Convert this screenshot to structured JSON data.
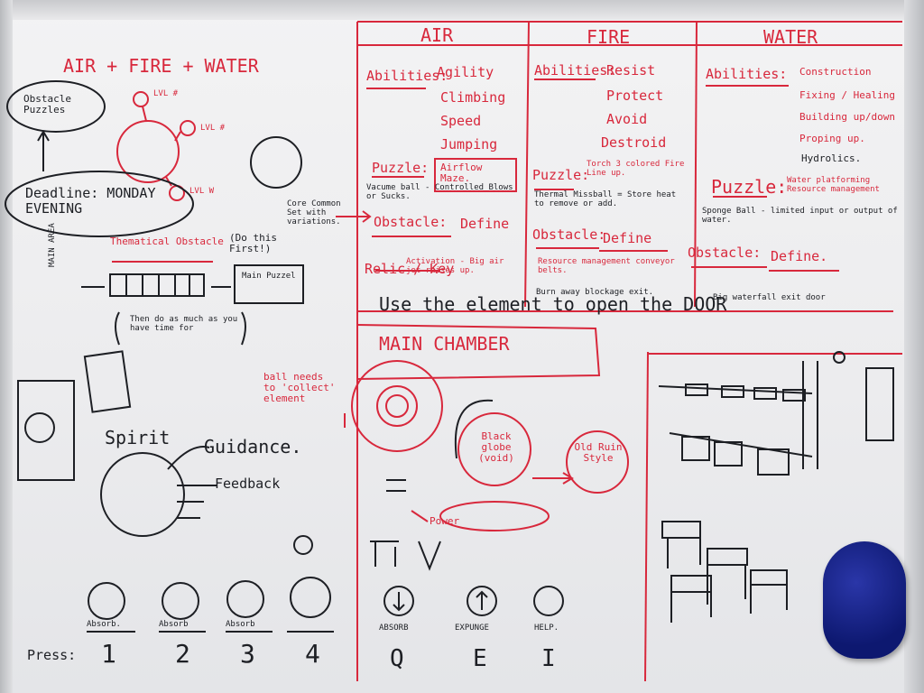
{
  "headers": {
    "overall": "AIR + FIRE + WATER",
    "air": "AIR",
    "fire": "FIRE",
    "water": "WATER",
    "main_chamber": "MAIN CHAMBER"
  },
  "left": {
    "obstacle_puzzles": "Obstacle Puzzles",
    "deadline": "Deadline: MONDAY EVENING",
    "lvl1": "LVL #",
    "lvl2": "LVL #",
    "lvl3": "LVL W",
    "thematical": "Thematical Obstacle",
    "do_first": "(Do this First!)",
    "main_puzzle": "Main Puzzel",
    "main_area": "MAIN AREA",
    "then_do": "Then do as much as you have time for",
    "spirit": "Spirit",
    "guidance": "Guidance.",
    "feedback": "Feedback",
    "core_common": "Core Common Set with variations.",
    "ball_collect": "ball needs to 'collect' element"
  },
  "air": {
    "abilities_label": "Abilities:",
    "abilities": [
      "Agility",
      "Climbing",
      "Speed",
      "Jumping"
    ],
    "puzzle_label": "Puzzle:",
    "puzzle": "Airflow Maze.",
    "puzzle_note": "Vacume ball - Controlled Blows or Sucks.",
    "obstacle_label": "Obstacle:",
    "obstacle": "Define",
    "relic": "Relic / Key",
    "relic_note": "Activation - Big air jet raises up."
  },
  "fire": {
    "abilities_label": "Abilities:",
    "abilities": [
      "Resist",
      "Protect",
      "Avoid",
      "Destroid"
    ],
    "puzzle_label": "Puzzle:",
    "puzzle": "Torch 3 colored Fire Line up.",
    "puzzle_note": "Thermal Missball = Store heat to remove or add.",
    "obstacle_label": "Obstacle:",
    "obstacle": "Define",
    "resource": "Resource management conveyor belts.",
    "burn": "Burn away blockage exit."
  },
  "water": {
    "abilities_label": "Abilities:",
    "abilities": [
      "Construction",
      "Fixing / Healing",
      "Building up/down",
      "Proping up."
    ],
    "hydrolics": "Hydrolics.",
    "puzzle_label": "Puzzle:",
    "puzzle": "Water platforming Resource management",
    "sponge": "Sponge Ball - limited input or output of water.",
    "obstacle_label": "Obstacle:",
    "obstacle": "Define.",
    "waterfall": "Big waterfall exit door"
  },
  "center_banner": "Use the element to open the DOOR",
  "chamber": {
    "black_globe": "Black globe (void)",
    "old_ruin": "Old Ruin Style",
    "power": "Power"
  },
  "controls": {
    "absorb_label": "ABSORB",
    "expunge_label": "EXPUNGE",
    "help_label": "HELP.",
    "q": "Q",
    "e": "E",
    "i": "I"
  },
  "press": {
    "label": "Press:",
    "items": [
      {
        "label": "Absorb.",
        "key": "1"
      },
      {
        "label": "Absorb",
        "key": "2"
      },
      {
        "label": "Absorb",
        "key": "3"
      },
      {
        "label": "",
        "key": "4"
      }
    ]
  },
  "colors": {
    "red": "#d8283c",
    "black": "#1d1f24",
    "board": "#efeff0",
    "holder": "#13208a"
  }
}
